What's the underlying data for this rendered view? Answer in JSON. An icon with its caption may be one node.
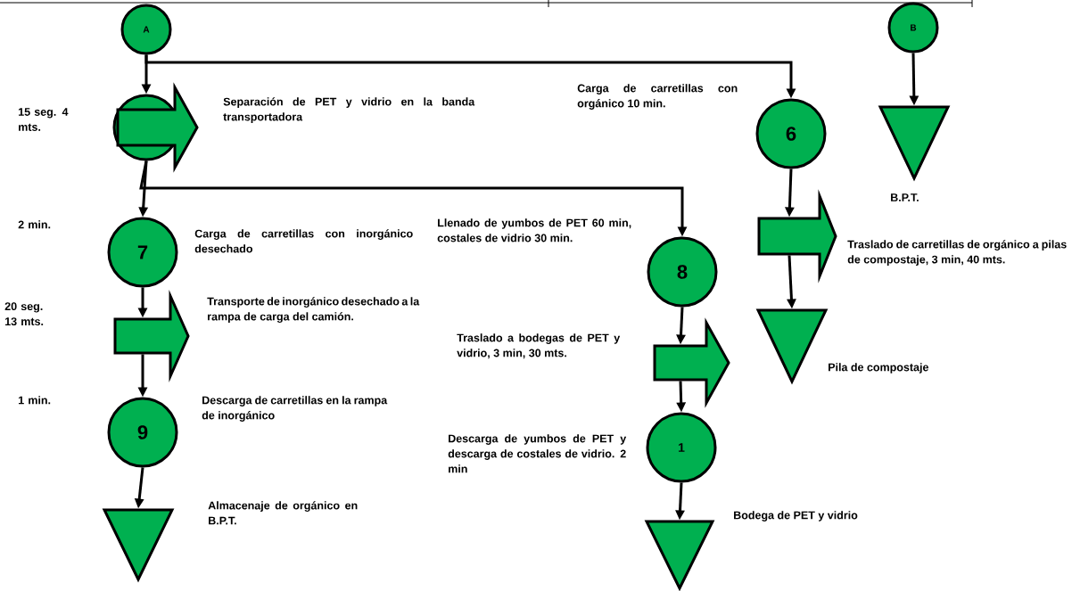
{
  "diagram": {
    "nodes": [
      {
        "text": [
          "A"
        ]
      },
      {
        "text": [],
        "shape": "combined",
        "beside": [
          "Separación de PET y vidrio en la banda transportadora"
        ]
      },
      {
        "text": [
          "7"
        ],
        "beside": [
          "Carga de carretillas con inorgánico desechado"
        ]
      },
      {
        "text": [],
        "shape": "arrow",
        "beside": [
          "Transporte de inorgánico desechado a la rampa de carga del camión."
        ]
      },
      {
        "text": [
          "9"
        ],
        "beside": [
          "Descarga de carretillas en la rampa de inorgánico"
        ]
      },
      {
        "text": [],
        "shape": "triangle",
        "beside": [
          "Almacenaje de orgánico en B.P.T."
        ]
      },
      {
        "text": [
          "8"
        ],
        "beside": [
          "Llenado de yumbos de PET 60 min, costales de vidrio 30 min."
        ]
      },
      {
        "text": [],
        "shape": "arrow",
        "beside": [
          "Traslado a bodegas de PET y vidrio, 3 min, 30 mts."
        ]
      },
      {
        "text": [
          "1"
        ],
        "beside": [
          "Descarga de yumbos de PET y descarga de costales de vidrio. 2 min"
        ]
      },
      {
        "text": [],
        "shape": "triangle",
        "beside": [
          "Bodega de PET y vidrio"
        ]
      },
      {
        "text": [
          "6"
        ],
        "beside": [
          "Carga de carretillas con orgánico 10 min."
        ]
      },
      {
        "text": [],
        "shape": "arrow",
        "beside": [
          "Traslado de carretillas de orgánico a pilas de compostaje, 3 min, 40 mts."
        ]
      },
      {
        "text": [],
        "shape": "triangle",
        "beside": [
          "Pila de compostaje"
        ]
      },
      {
        "text": [
          "B"
        ]
      },
      {
        "text": [],
        "shape": "triangle",
        "beside": [
          "B.P.T."
        ]
      }
    ],
    "edges": [
      {
        "from": 0,
        "to": 1,
        "arrow": "to"
      },
      {
        "from": 0,
        "to": 10,
        "arrow": "to"
      },
      {
        "from": 1,
        "to": 2,
        "arrow": "to"
      },
      {
        "from": 1,
        "to": 6,
        "arrow": "to"
      },
      {
        "from": 2,
        "to": 3,
        "arrow": "to"
      },
      {
        "from": 3,
        "to": 4,
        "arrow": "to"
      },
      {
        "from": 4,
        "to": 5,
        "arrow": "to"
      },
      {
        "from": 6,
        "to": 7,
        "arrow": "to"
      },
      {
        "from": 7,
        "to": 8,
        "arrow": "to"
      },
      {
        "from": 8,
        "to": 9,
        "arrow": "to"
      },
      {
        "from": 10,
        "to": 11,
        "arrow": "to"
      },
      {
        "from": 11,
        "to": 12,
        "arrow": "to"
      },
      {
        "from": 13,
        "to": 14,
        "arrow": "to"
      }
    ],
    "labels": [
      "15 seg. 4 mts.",
      "2 min.",
      "20 seg. 13 mts.",
      "1 min."
    ]
  }
}
